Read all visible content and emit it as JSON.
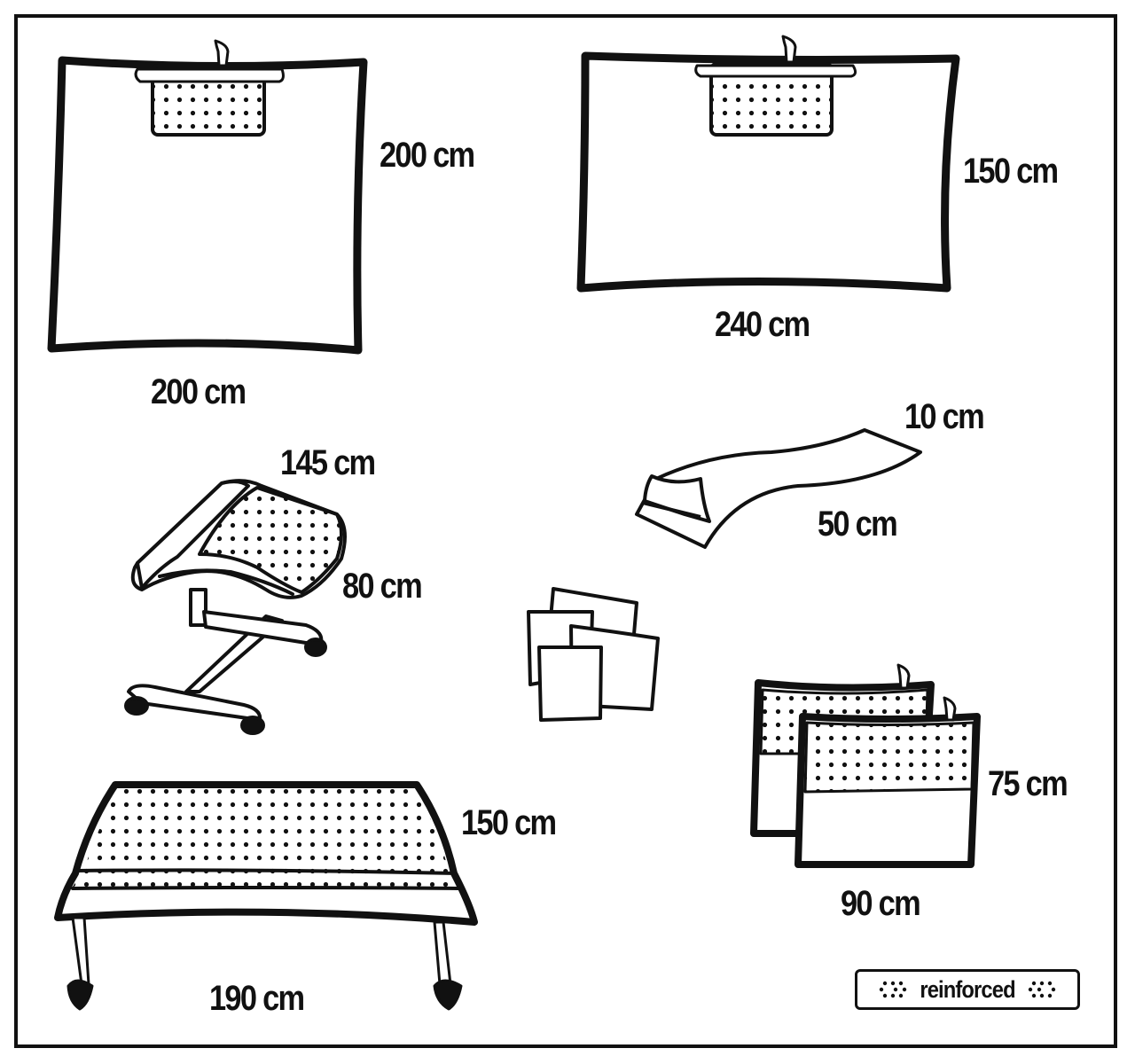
{
  "diagram": {
    "items": [
      {
        "id": "square-drape",
        "name": "Square drape with adhesive strip",
        "reinforced": true,
        "dims": {
          "height": "200cm",
          "width": "200cm"
        }
      },
      {
        "id": "large-drape",
        "name": "Rectangular drape with adhesive strip",
        "reinforced": true,
        "dims": {
          "height": "150cm",
          "width": "240cm"
        }
      },
      {
        "id": "adhesive-tape",
        "name": "Adhesive tape strip",
        "reinforced": false,
        "dims": {
          "width": "10cm",
          "length": "50cm"
        }
      },
      {
        "id": "mayo-cover",
        "name": "Mayo stand cover",
        "reinforced": true,
        "dims": {
          "length": "145cm",
          "width": "80cm"
        }
      },
      {
        "id": "hand-towels",
        "name": "Hand towels",
        "reinforced": false,
        "dims": {}
      },
      {
        "id": "side-drapes",
        "name": "Side drapes with adhesive strip (x2)",
        "reinforced": true,
        "dims": {
          "height": "75cm",
          "width": "90cm"
        }
      },
      {
        "id": "table-cover",
        "name": "Instrument table cover",
        "reinforced": true,
        "dims": {
          "width": "150cm",
          "length": "190cm"
        }
      }
    ],
    "labels": {
      "square_h": "200 cm",
      "square_w": "200 cm",
      "large_h": "150 cm",
      "large_w": "240 cm",
      "tape_w": "10 cm",
      "tape_l": "50 cm",
      "mayo_l": "145 cm",
      "mayo_w": "80 cm",
      "side_h": "75 cm",
      "side_w": "90 cm",
      "table_w": "150 cm",
      "table_l": "190 cm"
    },
    "legend": {
      "label": "reinforced",
      "icon": "dot-pattern-icon"
    },
    "colors": {
      "ink": "#111111",
      "background": "#ffffff"
    }
  }
}
